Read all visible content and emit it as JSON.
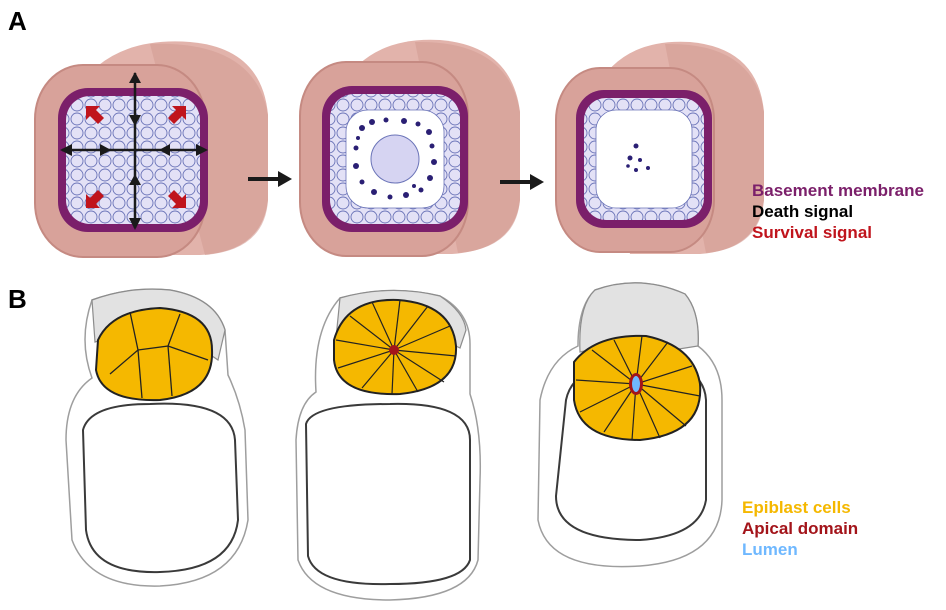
{
  "panels": {
    "a": {
      "letter": "A"
    },
    "b": {
      "letter": "B"
    }
  },
  "legend_a": [
    {
      "label": "Basement membrane",
      "color": "#7b1f6a"
    },
    {
      "label": "Death signal",
      "color": "#000000"
    },
    {
      "label": "Survival signal",
      "color": "#c0141c"
    }
  ],
  "legend_b": [
    {
      "label": "Epiblast cells",
      "color": "#f5b800"
    },
    {
      "label": "Apical domain",
      "color": "#a3141a"
    },
    {
      "label": "Lumen",
      "color": "#6fb8ff"
    }
  ],
  "colors": {
    "tube_outer": "#d9a59e",
    "tube_inner": "#efcdc6",
    "basement": "#7b1f6a",
    "epithelium": "#dcd8f2",
    "epiblast": "#f5b800",
    "cell_gray": "#e2e2e2"
  }
}
